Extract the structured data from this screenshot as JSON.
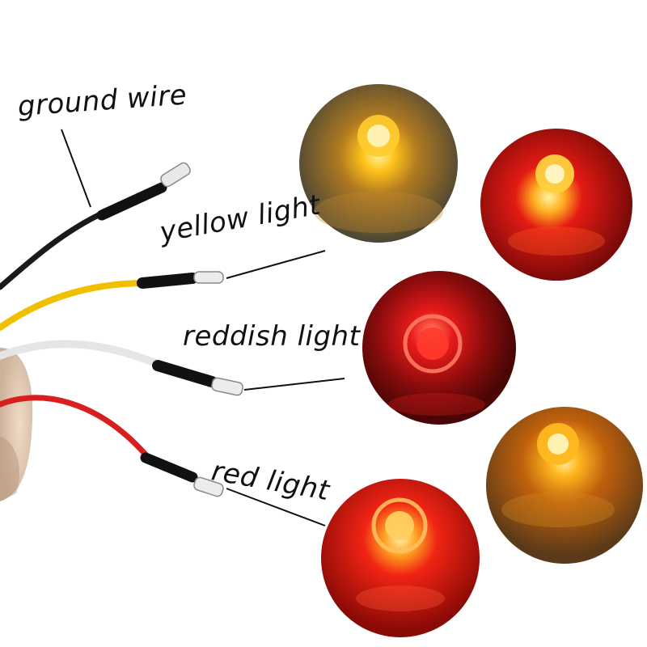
{
  "labels": {
    "ground": "ground wire",
    "yellow": "yellow light",
    "reddish": "reddish light",
    "red": "red light"
  },
  "wires": [
    {
      "name": "ground",
      "color": "#1a1a1a"
    },
    {
      "name": "yellow",
      "color": "#f2c400"
    },
    {
      "name": "white",
      "color": "#f4f4f4"
    },
    {
      "name": "red",
      "color": "#d92020"
    }
  ],
  "lamps": [
    {
      "name": "amber-lamp-top",
      "glow": "#ffb300",
      "bg": "#6b5a3a"
    },
    {
      "name": "red-lamp-top-right",
      "glow": "#ffcc33",
      "bg": "#c01010"
    },
    {
      "name": "reddish-lamp-middle",
      "glow": "#ff4040",
      "bg": "#8a1010"
    },
    {
      "name": "amber-lamp-lower-right",
      "glow": "#ffc000",
      "bg": "#a85a10"
    },
    {
      "name": "red-lamp-bottom",
      "glow": "#ffd050",
      "bg": "#e01a10"
    }
  ]
}
